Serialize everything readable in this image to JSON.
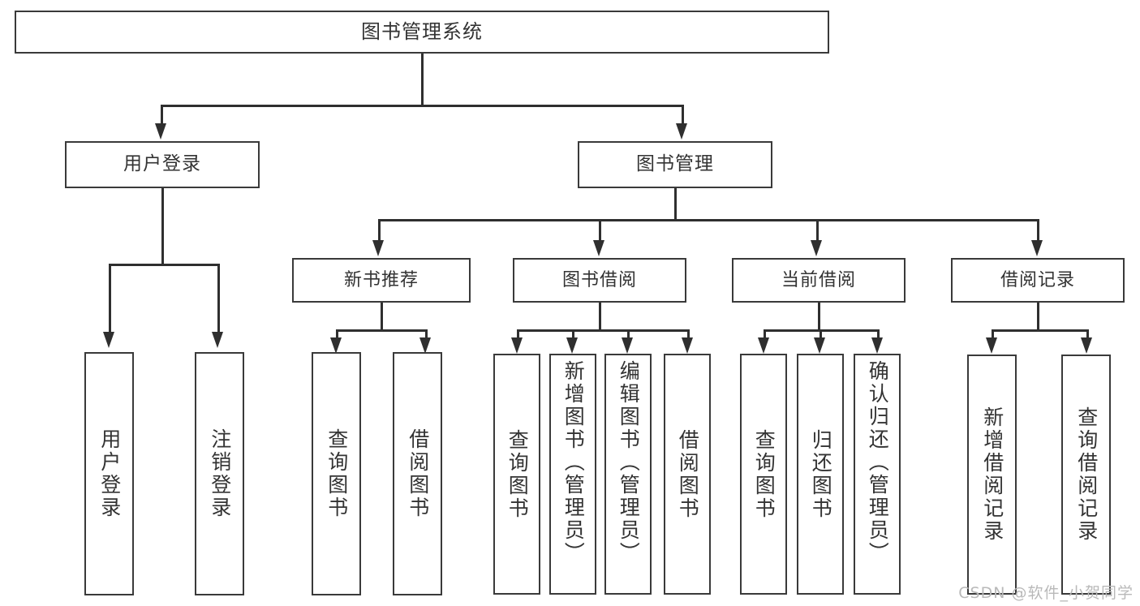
{
  "diagram": {
    "title": "图书管理系统",
    "type": "功能结构图",
    "background_color": "#ffffff",
    "line_color": "#2f2f2f",
    "box_border_color": "#3a3a3a",
    "text_color": "#333333"
  },
  "root": {
    "label": "图书管理系统"
  },
  "level1": [
    {
      "label": "用户登录"
    },
    {
      "label": "图书管理"
    }
  ],
  "level2": [
    {
      "label": "新书推荐"
    },
    {
      "label": "图书借阅"
    },
    {
      "label": "当前借阅"
    },
    {
      "label": "借阅记录"
    }
  ],
  "leaves": {
    "user_login": [
      {
        "label": "用户登录"
      },
      {
        "label": "注销登录"
      }
    ],
    "new_book_recommend": [
      {
        "label": "查询图书"
      },
      {
        "label": "借阅图书"
      }
    ],
    "book_borrow": [
      {
        "label": "查询图书"
      },
      {
        "label": "新增图书（管理员）"
      },
      {
        "label": "编辑图书（管理员）"
      },
      {
        "label": "借阅图书"
      }
    ],
    "current_borrow": [
      {
        "label": "查询图书"
      },
      {
        "label": "归还图书"
      },
      {
        "label": "确认归还（管理员）"
      }
    ],
    "borrow_record": [
      {
        "label": "新增借阅记录"
      },
      {
        "label": "查询借阅记录"
      }
    ]
  },
  "watermark": {
    "text": "CSDN @软件_小贺同学"
  },
  "chart_data": {
    "type": "table",
    "title": "图书管理系统 功能结构图",
    "nodes": [
      {
        "id": "root",
        "label": "图书管理系统",
        "level": 0,
        "parent": null
      },
      {
        "id": "login",
        "label": "用户登录",
        "level": 1,
        "parent": "root"
      },
      {
        "id": "bookmgmt",
        "label": "图书管理",
        "level": 1,
        "parent": "root"
      },
      {
        "id": "login-1",
        "label": "用户登录",
        "level": 2,
        "parent": "login"
      },
      {
        "id": "login-2",
        "label": "注销登录",
        "level": 2,
        "parent": "login"
      },
      {
        "id": "newbook",
        "label": "新书推荐",
        "level": 2,
        "parent": "bookmgmt"
      },
      {
        "id": "borrow",
        "label": "图书借阅",
        "level": 2,
        "parent": "bookmgmt"
      },
      {
        "id": "current",
        "label": "当前借阅",
        "level": 2,
        "parent": "bookmgmt"
      },
      {
        "id": "record",
        "label": "借阅记录",
        "level": 2,
        "parent": "bookmgmt"
      },
      {
        "id": "newbook-1",
        "label": "查询图书",
        "level": 3,
        "parent": "newbook"
      },
      {
        "id": "newbook-2",
        "label": "借阅图书",
        "level": 3,
        "parent": "newbook"
      },
      {
        "id": "borrow-1",
        "label": "查询图书",
        "level": 3,
        "parent": "borrow"
      },
      {
        "id": "borrow-2",
        "label": "新增图书（管理员）",
        "level": 3,
        "parent": "borrow"
      },
      {
        "id": "borrow-3",
        "label": "编辑图书（管理员）",
        "level": 3,
        "parent": "borrow"
      },
      {
        "id": "borrow-4",
        "label": "借阅图书",
        "level": 3,
        "parent": "borrow"
      },
      {
        "id": "current-1",
        "label": "查询图书",
        "level": 3,
        "parent": "current"
      },
      {
        "id": "current-2",
        "label": "归还图书",
        "level": 3,
        "parent": "current"
      },
      {
        "id": "current-3",
        "label": "确认归还（管理员）",
        "level": 3,
        "parent": "current"
      },
      {
        "id": "record-1",
        "label": "新增借阅记录",
        "level": 3,
        "parent": "record"
      },
      {
        "id": "record-2",
        "label": "查询借阅记录",
        "level": 3,
        "parent": "record"
      }
    ]
  }
}
